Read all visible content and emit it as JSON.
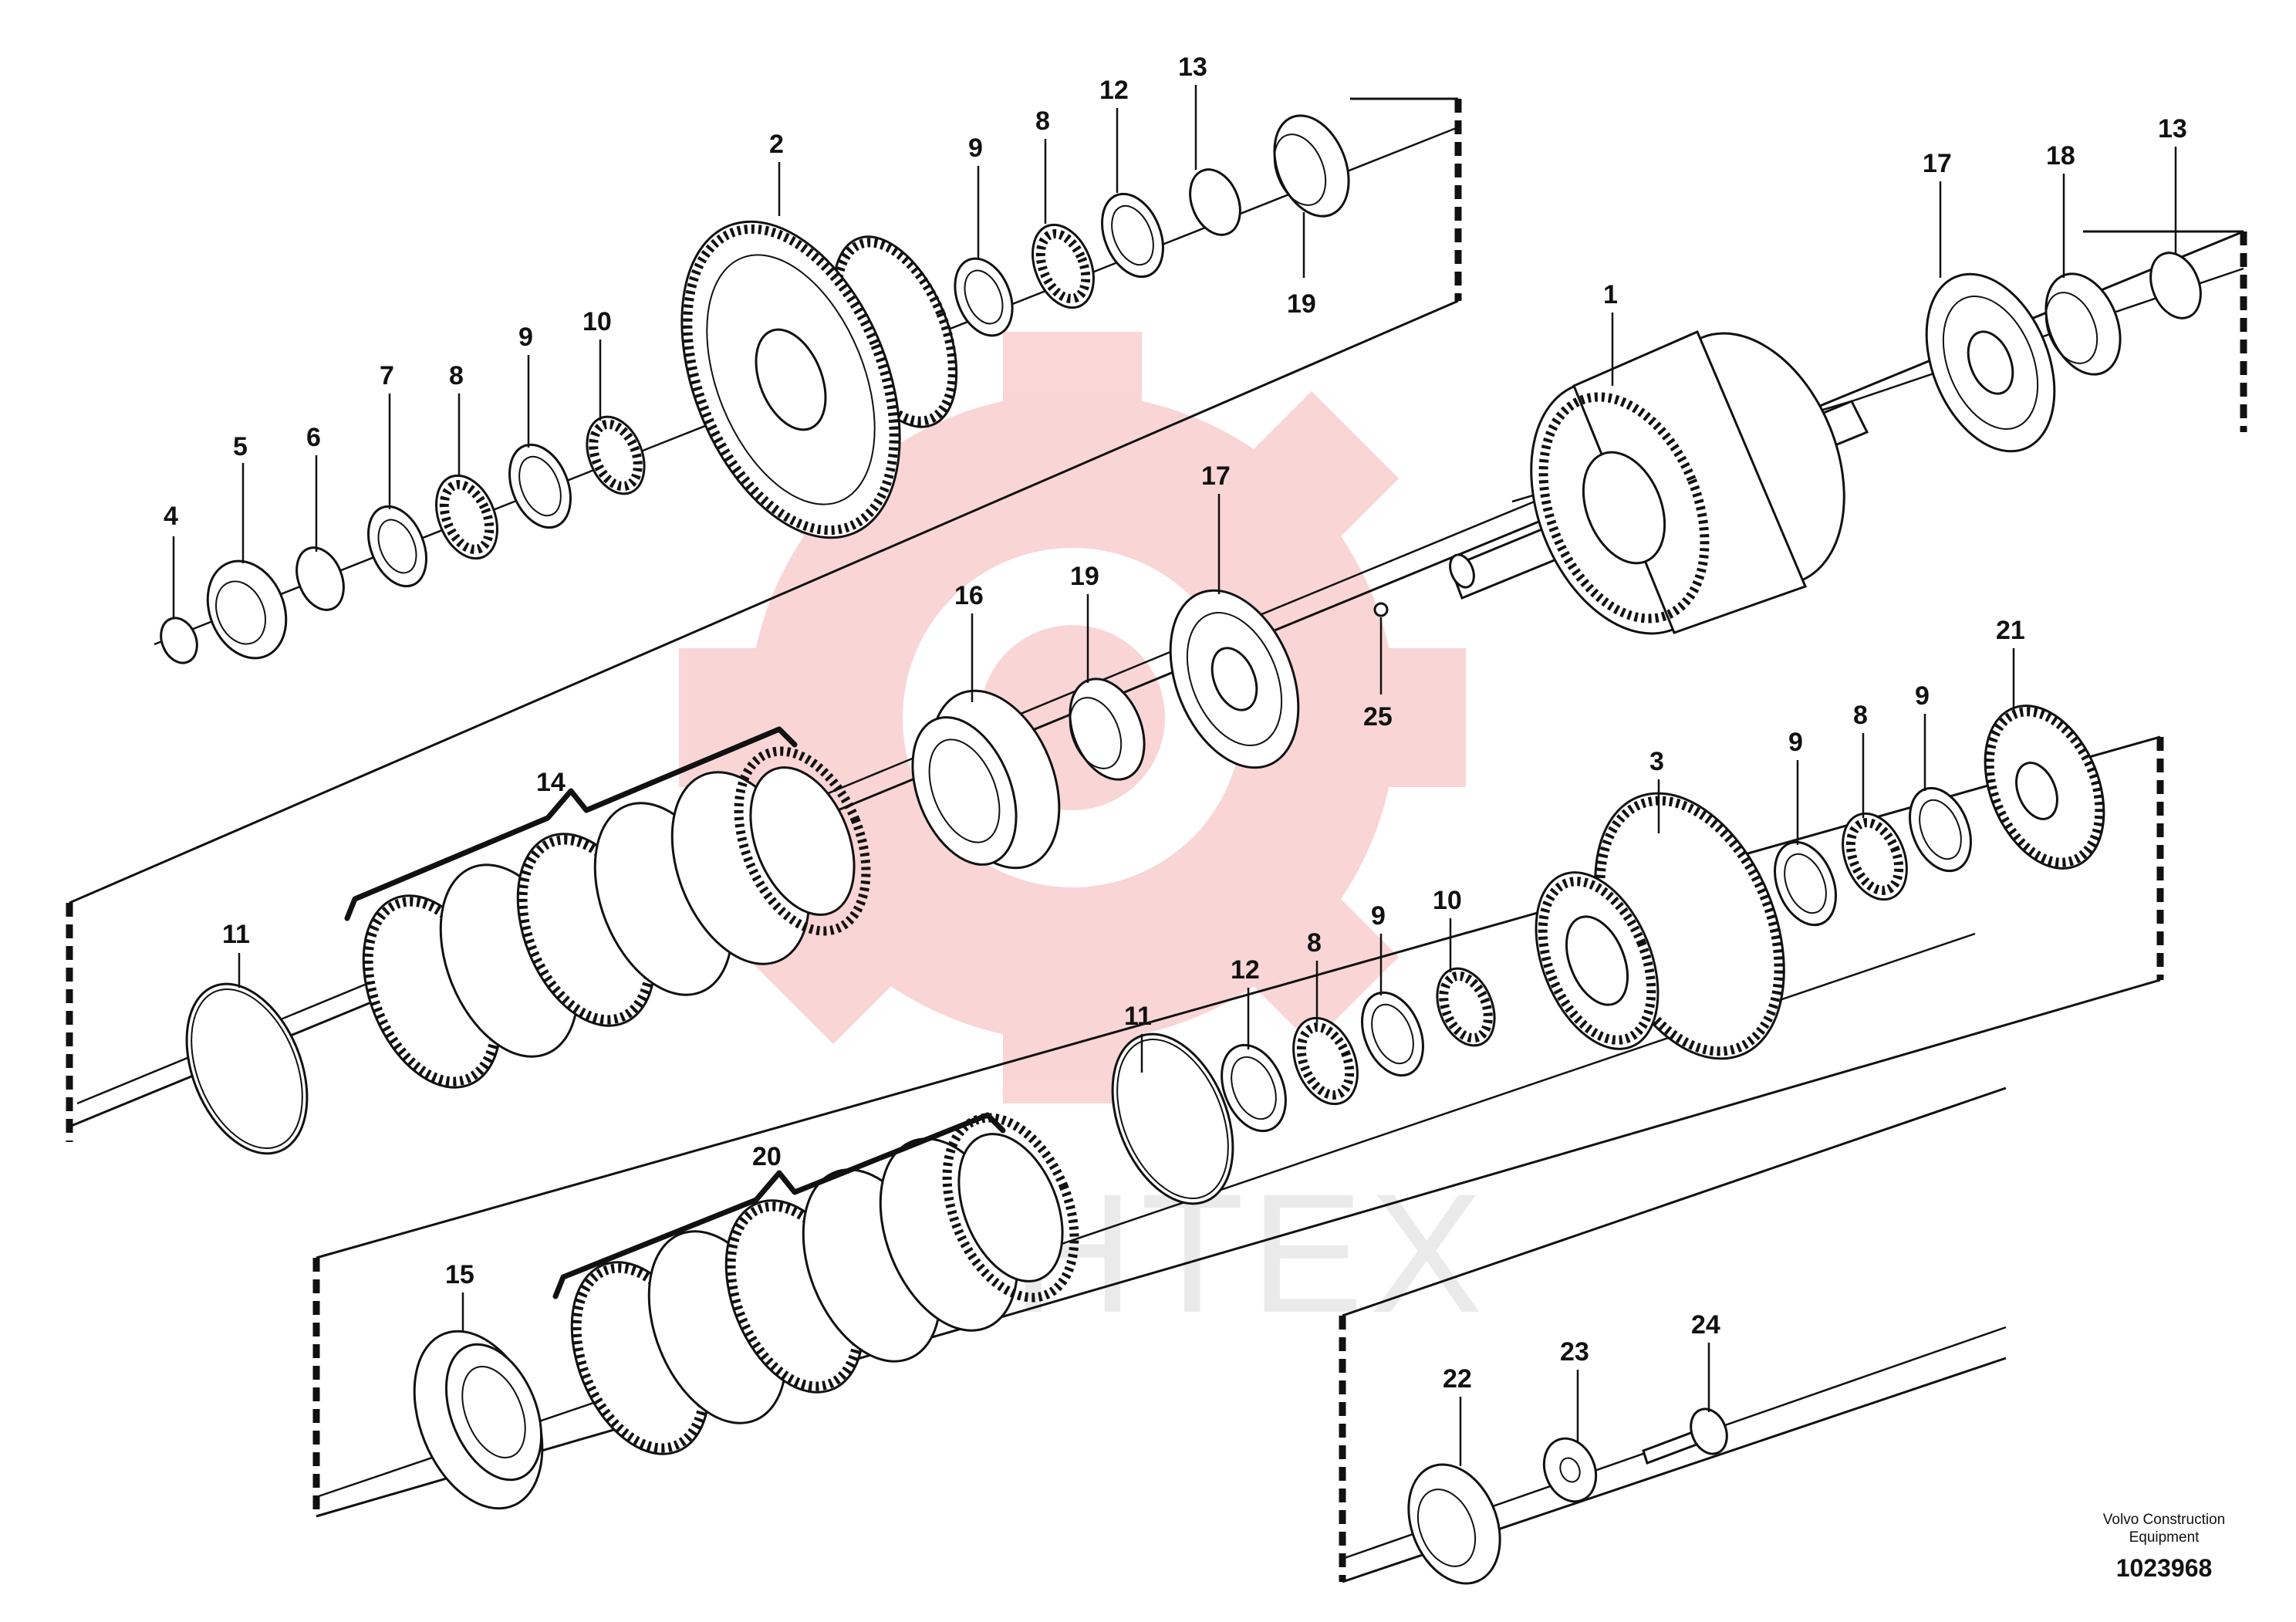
{
  "callouts": [
    {
      "id": "4",
      "text": "4"
    },
    {
      "id": "5",
      "text": "5"
    },
    {
      "id": "6",
      "text": "6"
    },
    {
      "id": "7",
      "text": "7"
    },
    {
      "id": "8a",
      "text": "8"
    },
    {
      "id": "9a",
      "text": "9"
    },
    {
      "id": "10a",
      "text": "10"
    },
    {
      "id": "2",
      "text": "2"
    },
    {
      "id": "9b",
      "text": "9"
    },
    {
      "id": "8b",
      "text": "8"
    },
    {
      "id": "12a",
      "text": "12"
    },
    {
      "id": "13a",
      "text": "13"
    },
    {
      "id": "19a",
      "text": "19"
    },
    {
      "id": "1",
      "text": "1"
    },
    {
      "id": "17a",
      "text": "17"
    },
    {
      "id": "18",
      "text": "18"
    },
    {
      "id": "13b",
      "text": "13"
    },
    {
      "id": "14",
      "text": "14"
    },
    {
      "id": "11a",
      "text": "11"
    },
    {
      "id": "16",
      "text": "16"
    },
    {
      "id": "19b",
      "text": "19"
    },
    {
      "id": "17b",
      "text": "17"
    },
    {
      "id": "25",
      "text": "25"
    },
    {
      "id": "3",
      "text": "3"
    },
    {
      "id": "9c",
      "text": "9"
    },
    {
      "id": "8c",
      "text": "8"
    },
    {
      "id": "9d",
      "text": "9"
    },
    {
      "id": "21",
      "text": "21"
    },
    {
      "id": "11b",
      "text": "11"
    },
    {
      "id": "12b",
      "text": "12"
    },
    {
      "id": "8d",
      "text": "8"
    },
    {
      "id": "9e",
      "text": "9"
    },
    {
      "id": "10b",
      "text": "10"
    },
    {
      "id": "20",
      "text": "20"
    },
    {
      "id": "15",
      "text": "15"
    },
    {
      "id": "22",
      "text": "22"
    },
    {
      "id": "23",
      "text": "23"
    },
    {
      "id": "24",
      "text": "24"
    }
  ],
  "credit": {
    "line1": "Volvo Construction",
    "line2": "Equipment",
    "number": "1023968"
  },
  "watermark": {
    "text": "MHTEX",
    "color": "#f4a3a3"
  }
}
